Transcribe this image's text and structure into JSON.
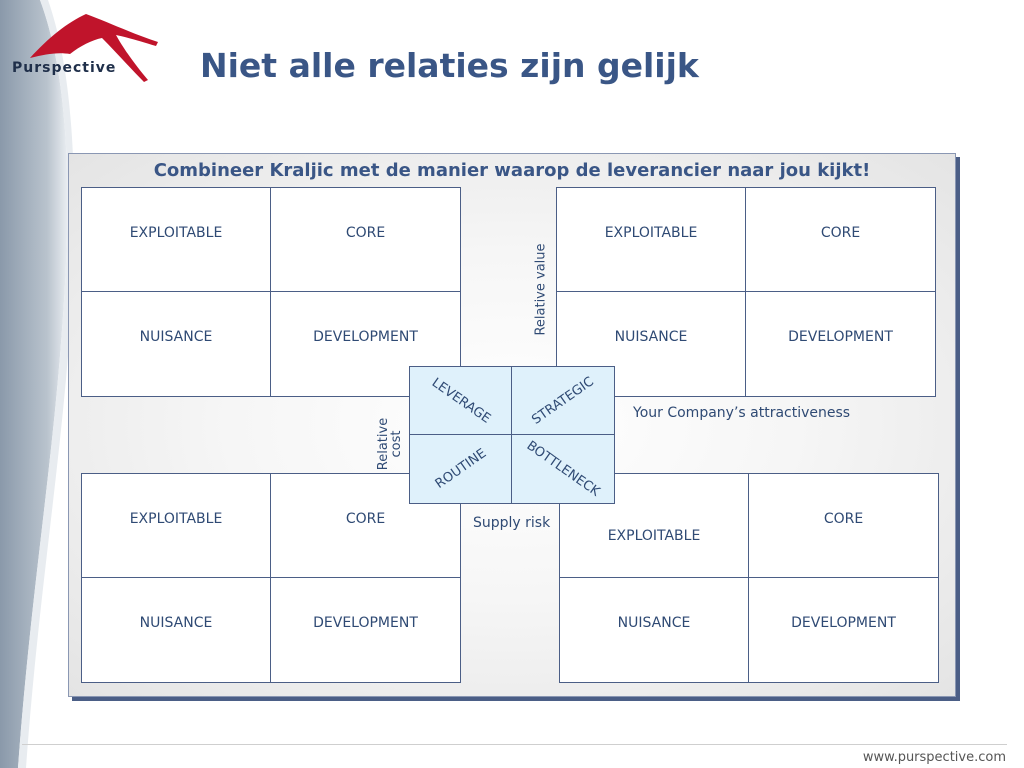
{
  "brand": {
    "name": "Purspective",
    "logo_color": "#c0142b"
  },
  "slide": {
    "title": "Niet alle relaties zijn gelijk"
  },
  "panel": {
    "title": "Combineer Kraljic met de manier waarop de leverancier naar jou kijkt!"
  },
  "supplier_matrix": {
    "top_left": "EXPLOITABLE",
    "top_right": "CORE",
    "bottom_left": "NUISANCE",
    "bottom_right": "DEVELOPMENT"
  },
  "kraljic": {
    "top_left": "LEVERAGE",
    "top_right": "STRATEGIC",
    "bottom_left": "ROUTINE",
    "bottom_right": "BOTTLENECK"
  },
  "axes": {
    "relative_value": "Relative value",
    "relative_cost": "Relative cost",
    "attractiveness": "Your Company’s attractiveness",
    "supply_risk": "Supply risk"
  },
  "footer": {
    "url": "www.purspective.com"
  },
  "colors": {
    "title": "#3a5686",
    "border": "#4b5e86",
    "kraljic_fill": "#dff1fb"
  }
}
